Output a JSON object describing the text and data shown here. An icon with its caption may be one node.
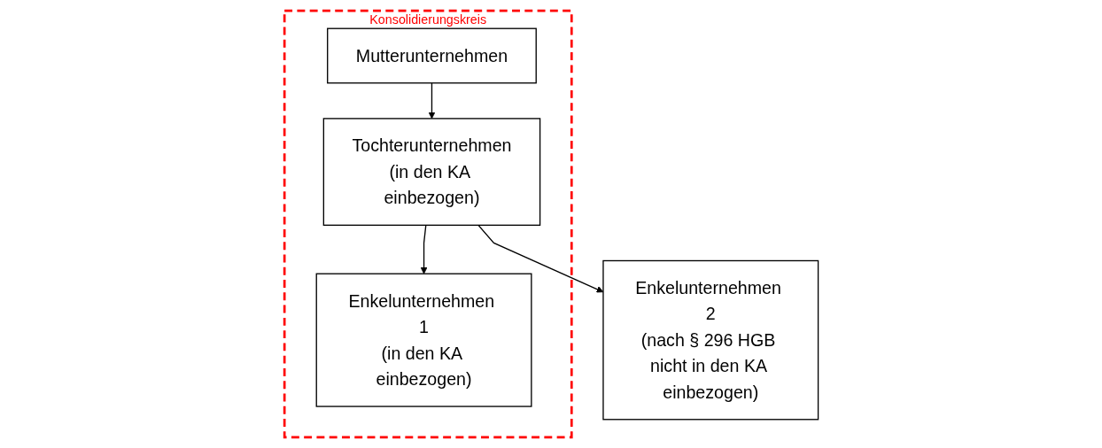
{
  "diagram": {
    "nodes": [
      {
        "text": [
          "Konsolidierungskreis"
        ]
      },
      {
        "text": [
          "Mutterunternehmen"
        ],
        "in": 0
      },
      {
        "text": [
          "Tochterunternehmen",
          "(in den KA einbezogen)"
        ],
        "in": 0
      },
      {
        "text": [
          "Enkelunternehmen 1",
          "(in den KA einbezogen)"
        ],
        "in": 0
      },
      {
        "text": [
          "Enkelunternehmen 2",
          "(nach § 296 HGB nicht in den KA einbezogen)"
        ]
      }
    ],
    "edges": [
      {
        "from": 1,
        "to": 2,
        "arrow": "to"
      },
      {
        "from": 2,
        "to": 3,
        "arrow": "to"
      },
      {
        "from": 2,
        "to": 4,
        "arrow": "to"
      }
    ]
  }
}
